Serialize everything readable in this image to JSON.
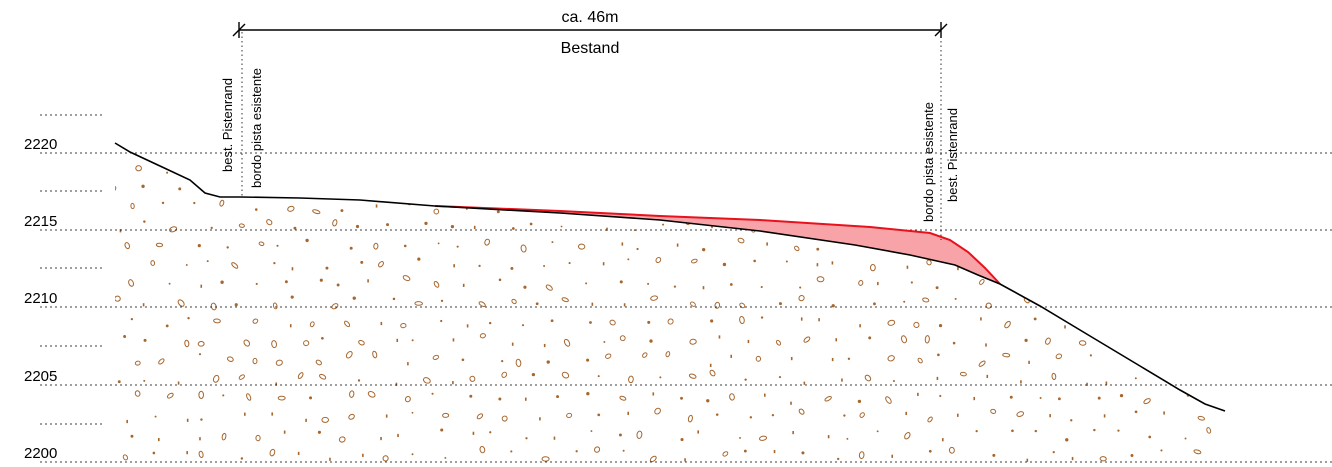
{
  "dimension": {
    "label_top": "ca. 46m",
    "label_bottom": "Bestand"
  },
  "markers": {
    "left": [
      "best. Pistenrand",
      "bordo pista esistente"
    ],
    "right": [
      "bordo pista esistente",
      "best. Pistenrand"
    ]
  },
  "elevations": [
    {
      "value": 2220,
      "label": "2220"
    },
    {
      "value": 2215,
      "label": "2215"
    },
    {
      "value": 2210,
      "label": "2210"
    },
    {
      "value": 2205,
      "label": "2205"
    },
    {
      "value": 2200,
      "label": "2200"
    }
  ],
  "colors": {
    "fill_added": "#f7a3a8",
    "fill_added_edge": "#e8111c",
    "terrain_line": "#000000",
    "soil_pebbles": "#a7662d"
  }
}
